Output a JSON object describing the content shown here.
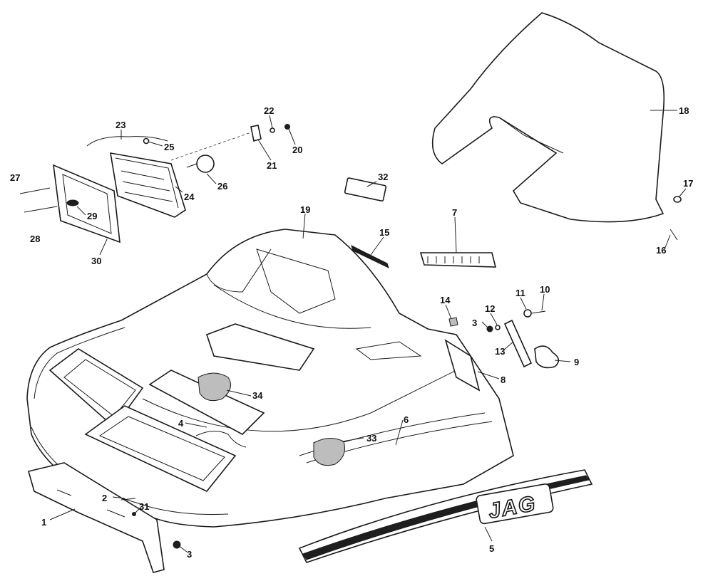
{
  "callouts": [
    {
      "id": "1",
      "label": "1"
    },
    {
      "id": "2",
      "label": "2"
    },
    {
      "id": "3a",
      "label": "3"
    },
    {
      "id": "3b",
      "label": "3"
    },
    {
      "id": "4",
      "label": "4"
    },
    {
      "id": "5",
      "label": "5"
    },
    {
      "id": "6",
      "label": "6"
    },
    {
      "id": "7",
      "label": "7"
    },
    {
      "id": "8",
      "label": "8"
    },
    {
      "id": "9",
      "label": "9"
    },
    {
      "id": "10",
      "label": "10"
    },
    {
      "id": "11",
      "label": "11"
    },
    {
      "id": "12",
      "label": "12"
    },
    {
      "id": "13",
      "label": "13"
    },
    {
      "id": "14",
      "label": "14"
    },
    {
      "id": "15",
      "label": "15"
    },
    {
      "id": "16",
      "label": "16"
    },
    {
      "id": "17",
      "label": "17"
    },
    {
      "id": "18",
      "label": "18"
    },
    {
      "id": "19",
      "label": "19"
    },
    {
      "id": "20",
      "label": "20"
    },
    {
      "id": "21",
      "label": "21"
    },
    {
      "id": "22",
      "label": "22"
    },
    {
      "id": "23",
      "label": "23"
    },
    {
      "id": "24",
      "label": "24"
    },
    {
      "id": "25",
      "label": "25"
    },
    {
      "id": "26",
      "label": "26"
    },
    {
      "id": "27",
      "label": "27"
    },
    {
      "id": "28",
      "label": "28"
    },
    {
      "id": "29",
      "label": "29"
    },
    {
      "id": "30",
      "label": "30"
    },
    {
      "id": "31",
      "label": "31"
    },
    {
      "id": "32",
      "label": "32"
    },
    {
      "id": "33",
      "label": "33"
    },
    {
      "id": "34",
      "label": "34"
    }
  ],
  "decals": {
    "model_name": "JAG"
  }
}
